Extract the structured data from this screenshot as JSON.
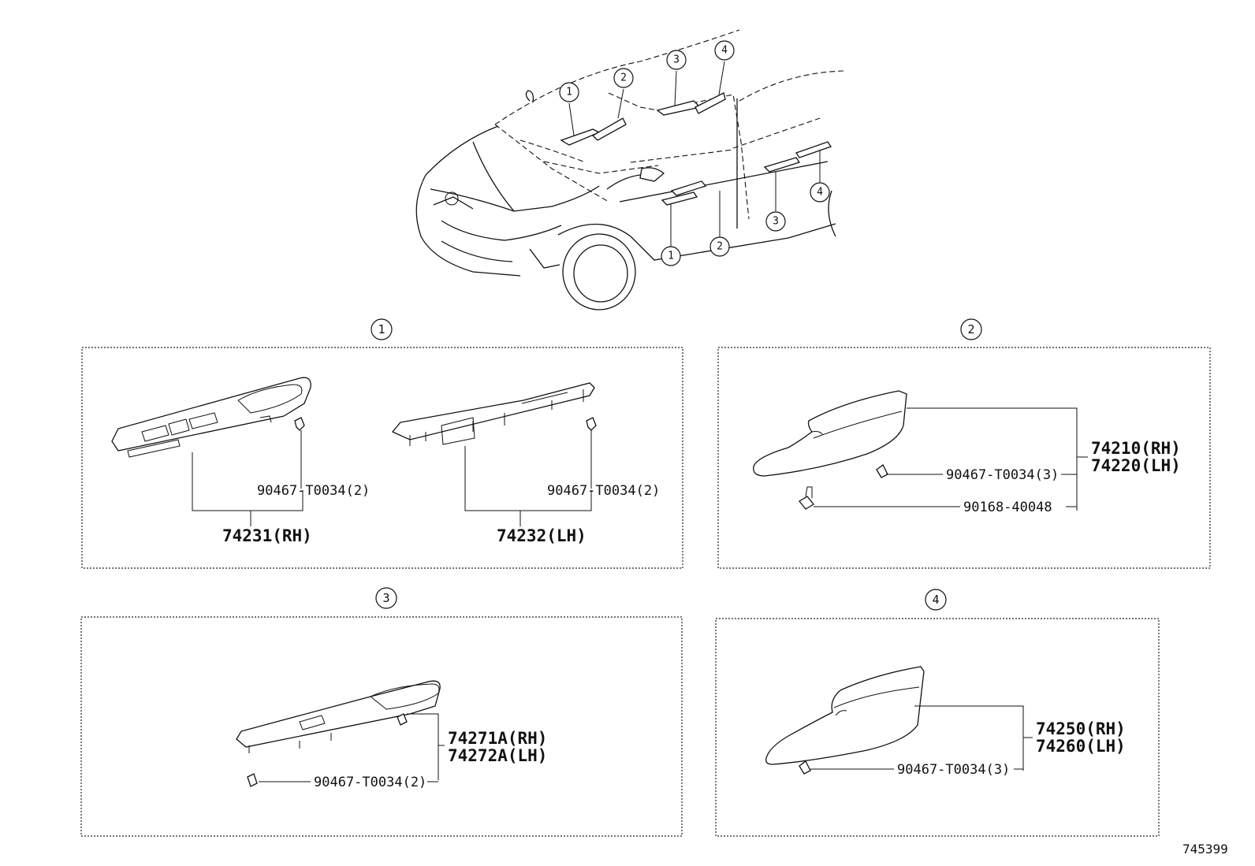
{
  "diagram_id": "745399",
  "overview": {
    "callouts_top": [
      "1",
      "2",
      "3",
      "4"
    ],
    "callouts_side": [
      "1",
      "2",
      "3",
      "4"
    ]
  },
  "panels": [
    {
      "index": "1",
      "parts": [
        {
          "number": "90467-T0034(2)",
          "role": "clip"
        },
        {
          "number": "74231(RH)",
          "role": "assembly"
        },
        {
          "number": "90467-T0034(2)",
          "role": "clip"
        },
        {
          "number": "74232(LH)",
          "role": "assembly"
        }
      ]
    },
    {
      "index": "2",
      "parts": [
        {
          "number": "74210(RH)",
          "role": "assembly"
        },
        {
          "number": "74220(LH)",
          "role": "assembly"
        },
        {
          "number": "90467-T0034(3)",
          "role": "clip"
        },
        {
          "number": "90168-40048",
          "role": "screw"
        }
      ]
    },
    {
      "index": "3",
      "parts": [
        {
          "number": "74271A(RH)",
          "role": "assembly"
        },
        {
          "number": "74272A(LH)",
          "role": "assembly"
        },
        {
          "number": "90467-T0034(2)",
          "role": "clip"
        }
      ]
    },
    {
      "index": "4",
      "parts": [
        {
          "number": "74250(RH)",
          "role": "assembly"
        },
        {
          "number": "74260(LH)",
          "role": "assembly"
        },
        {
          "number": "90467-T0034(3)",
          "role": "clip"
        }
      ]
    }
  ]
}
